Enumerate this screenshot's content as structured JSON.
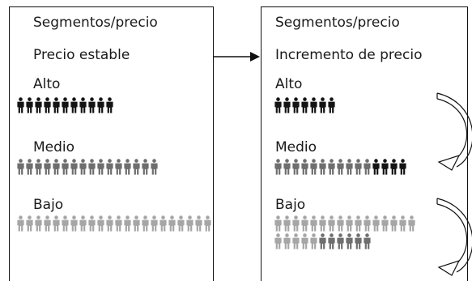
{
  "left_panel": {
    "header": "Segmentos/precio",
    "scenario": "Precio estable",
    "segments": [
      {
        "label": "Alto",
        "people": [
          {
            "count": 11,
            "shade": "dark"
          }
        ]
      },
      {
        "label": "Medio",
        "people": [
          {
            "count": 16,
            "shade": "mid"
          }
        ]
      },
      {
        "label": "Bajo",
        "people": [
          {
            "count": 22,
            "shade": "light"
          }
        ]
      }
    ]
  },
  "right_panel": {
    "header": "Segmentos/precio",
    "scenario": "Incremento de precio",
    "segments": [
      {
        "label": "Alto",
        "people": [
          {
            "count": 7,
            "shade": "dark"
          }
        ]
      },
      {
        "label": "Medio",
        "people": [
          {
            "count": 11,
            "shade": "mid"
          },
          {
            "count": 4,
            "shade": "dark"
          }
        ]
      },
      {
        "label": "Bajo",
        "rows": [
          [
            {
              "count": 16,
              "shade": "light"
            }
          ],
          [
            {
              "count": 5,
              "shade": "light"
            },
            {
              "count": 6,
              "shade": "mid"
            }
          ]
        ]
      }
    ]
  },
  "colors": {
    "dark": "#141414",
    "mid": "#6e6e6e",
    "light": "#a6a6a6",
    "line": "#111111"
  },
  "icons": {
    "person": "person-icon",
    "connector": "right-arrow-icon",
    "shift": "curved-arrow-icon"
  }
}
